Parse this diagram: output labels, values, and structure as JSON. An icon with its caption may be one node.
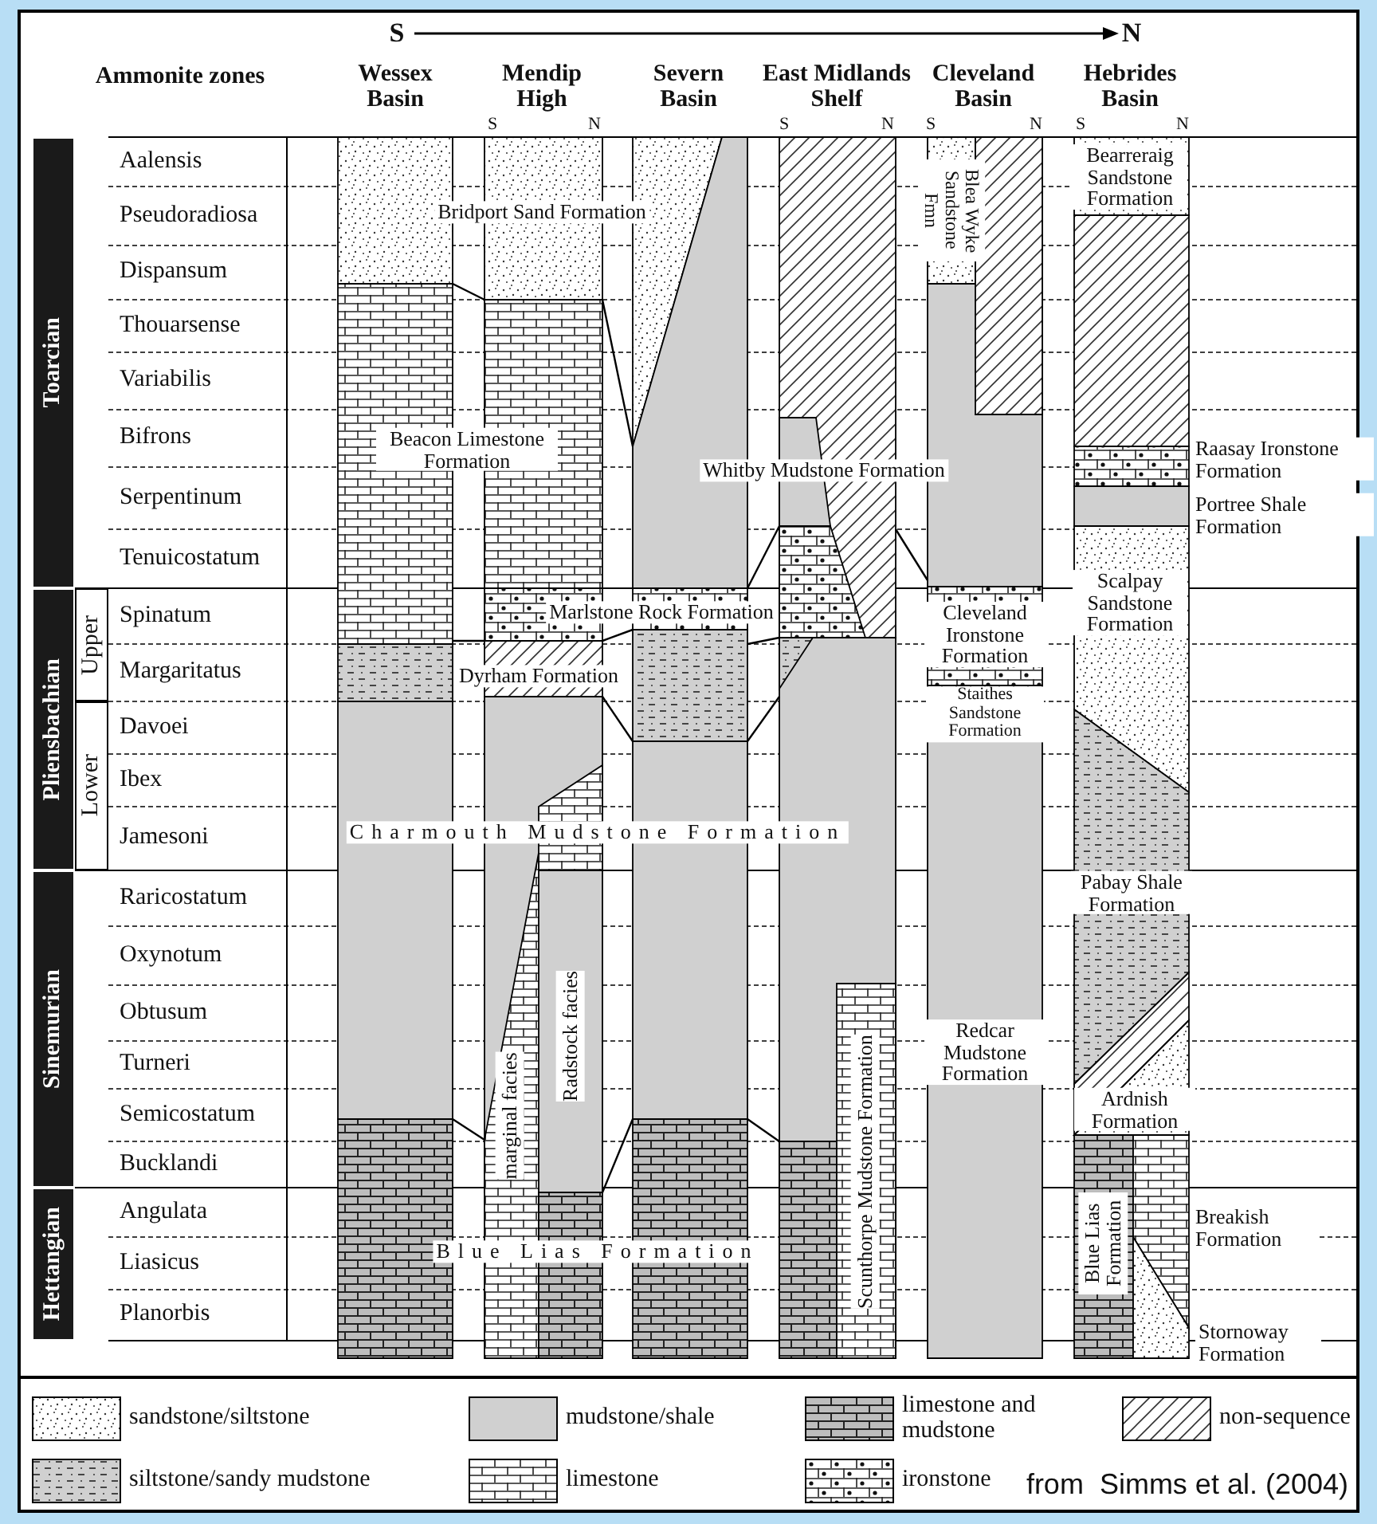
{
  "diagram": {
    "caption": "from  Simms et al. (2004)",
    "nodes": [
      {
        "text": [
          "Toarcian"
        ]
      },
      {
        "text": [
          "Pliensbachian"
        ]
      },
      {
        "text": [
          "Upper"
        ]
      },
      {
        "text": [
          "Lower"
        ]
      },
      {
        "text": [
          "Sinemurian"
        ]
      },
      {
        "text": [
          "Hettangian"
        ]
      }
    ],
    "labels": [
      "S",
      "N",
      "Ammonite zones",
      "Wessex Basin",
      "Mendip High",
      "Severn Basin",
      "East Midlands Shelf",
      "Cleveland Basin",
      "Hebrides Basin",
      "S",
      "N",
      "S",
      "N",
      "S",
      "N",
      "S",
      "N",
      "Aalensis",
      "Pseudoradiosa",
      "Dispansum",
      "Thouarsense",
      "Variabilis",
      "Bifrons",
      "Serpentinum",
      "Tenuicostatum",
      "Spinatum",
      "Margaritatus",
      "Davoei",
      "Ibex",
      "Jamesoni",
      "Raricostatum",
      "Oxynotum",
      "Obtusum",
      "Turneri",
      "Semicostatum",
      "Bucklandi",
      "Angulata",
      "Liasicus",
      "Planorbis",
      "Bearreraig Sandstone Formation",
      "Bridport Sand Formation",
      "Blea Wyke Sandstone Fmn",
      "Beacon Limestone Formation",
      "Raasay Ironstone Formation",
      "Whitby Mudstone Formation",
      "Portree Shale Formation",
      "Scalpay Sandstone Formation",
      "Marlstone Rock Formation",
      "Cleveland Ironstone Formation",
      "Dyrham Formation",
      "Staithes Sandstone Formation",
      "Charmouth Mudstone Formation",
      "Pabay Shale Formation",
      "Redcar Mudstone Formation",
      "Radstock facies",
      "Ardnish Formation",
      "marginal facies",
      "Scunthorpe Mudstone Formation",
      "Breakish Formation",
      "Blue Lias Formation",
      "Blue Lias Formation",
      "Stornoway Formation"
    ],
    "legend": [
      {
        "text": "sandstone/siltstone"
      },
      {
        "text": "mudstone/shale"
      },
      {
        "text": "limestone and mudstone"
      },
      {
        "text": "non-sequence"
      },
      {
        "text": "siltstone/sandy mudstone"
      },
      {
        "text": "limestone"
      },
      {
        "text": "ironstone"
      }
    ]
  }
}
